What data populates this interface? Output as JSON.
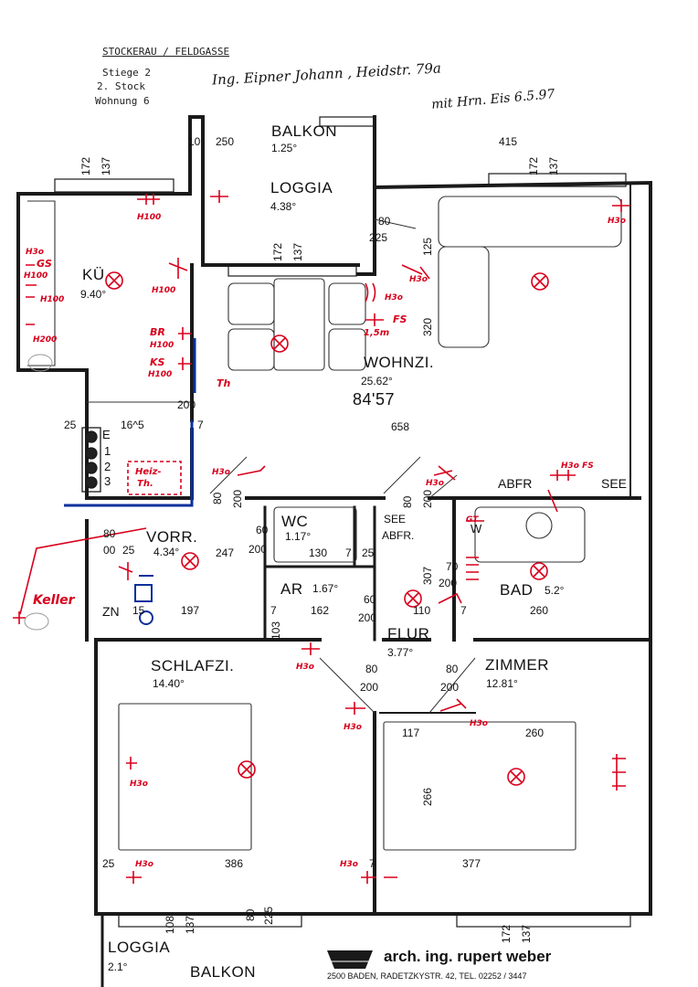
{
  "header": {
    "address": "STOCKERAU / FELDGASSE",
    "stair": "Stiege 2",
    "floor": "2. Stock",
    "unit": "Wohnung 6",
    "handwritten_owner": "Ing. Eipner Johann , Heidstr. 79a",
    "handwritten_note": "mit Hrn. Eis 6.5.97"
  },
  "rooms": {
    "balkon_top": {
      "name": "BALKON",
      "area": "1.25°"
    },
    "loggia_top": {
      "name": "LOGGIA",
      "area": "4.38°"
    },
    "kueche": {
      "name": "KÜ",
      "area": "9.40°"
    },
    "wohnzimmer": {
      "name": "WOHNZI.",
      "area": "25.62°",
      "extra": "84'57"
    },
    "vorraum": {
      "name": "VORR.",
      "area": "4.34°"
    },
    "wc": {
      "name": "WC",
      "area": "1.17°"
    },
    "abstellraum": {
      "name": "AR",
      "area": "1.67°"
    },
    "bad": {
      "name": "BAD",
      "area": "5.2°"
    },
    "flur": {
      "name": "FLUR",
      "area": "3.77°"
    },
    "schlafzimmer": {
      "name": "SCHLAFZI.",
      "area": "14.40°"
    },
    "zimmer": {
      "name": "ZIMMER",
      "area": "12.81°"
    },
    "loggia_bottom": {
      "name": "LOGGIA",
      "area": "2.1°"
    },
    "balkon_bottom": {
      "name": "BALKON"
    },
    "zn": "ZN",
    "abfr_bath": "ABFR",
    "see_bath": "SEE",
    "see_wc": "SEE",
    "abfr_wc": "ABFR.",
    "w": "W"
  },
  "dims": {
    "d10": "10",
    "d250": "250",
    "d415": "415",
    "d172a": "172",
    "d137a": "137",
    "d172b": "172",
    "d137b": "137",
    "d80a": "80",
    "d225a": "225",
    "d125": "125",
    "d172c": "172",
    "d137c": "137",
    "d320": "320",
    "d200a": "200",
    "d658": "658",
    "d25a": "25",
    "d165": "16^5",
    "d7a": "7",
    "d80b": "80",
    "d200b": "200",
    "d200c": "200",
    "d80c": "80",
    "d60a": "60",
    "d200d": "200",
    "d130": "130",
    "d7b": "7",
    "d25b": "25",
    "d00": "00",
    "d25c": "25",
    "d247": "247",
    "d80d": "80",
    "d307": "307",
    "d70": "70",
    "d200e": "200",
    "d260a": "260",
    "d197": "197",
    "d15": "15",
    "d7c": "7",
    "d103": "103",
    "d162": "162",
    "d60b": "60",
    "d200f": "200",
    "d110": "110",
    "d7d": "7",
    "d80e": "80",
    "d200g": "200",
    "d80f": "80",
    "d200h": "200",
    "d117": "117",
    "d260b": "260",
    "d266": "266",
    "d25d": "25",
    "d386": "386",
    "d7e": "7",
    "d377": "377",
    "d80g": "80",
    "d225b": "225",
    "d108": "108",
    "d137d": "137",
    "d172d": "172",
    "d137e": "137",
    "e": "E",
    "n1": "1",
    "n2": "2",
    "n3": "3"
  },
  "annotations": {
    "h100a": "H100",
    "h30a": "H3o",
    "gs": "GS",
    "h100b": "H100",
    "h100c": "H100",
    "h200": "H200",
    "br": "BR",
    "h100d": "H100",
    "ks": "KS",
    "h100e": "H100",
    "th": "Th",
    "h30b": "H3o",
    "fs_a": "FS",
    "m15": "1,5m",
    "h30c": "H3o",
    "heiz": "Heiz-",
    "th2": "Th.",
    "h30d": "H3o",
    "h30fs": "H3o FS",
    "gt": "GT",
    "keller": "Keller",
    "h30e": "H3o",
    "h30f": "H3o",
    "h30g": "H3o",
    "h30h": "H3o",
    "h30i": "H3o",
    "h30j": "H3o"
  },
  "footer": {
    "firm": "arch. ing. rupert weber",
    "address": "2500 BADEN, RADETZKYSTR. 42, TEL. 02252 / 3447"
  },
  "colors": {
    "ink": "#1a1a1a",
    "markup_red": "#d8001c",
    "markup_blue": "#0a2f9c",
    "paper": "#ffffff"
  }
}
